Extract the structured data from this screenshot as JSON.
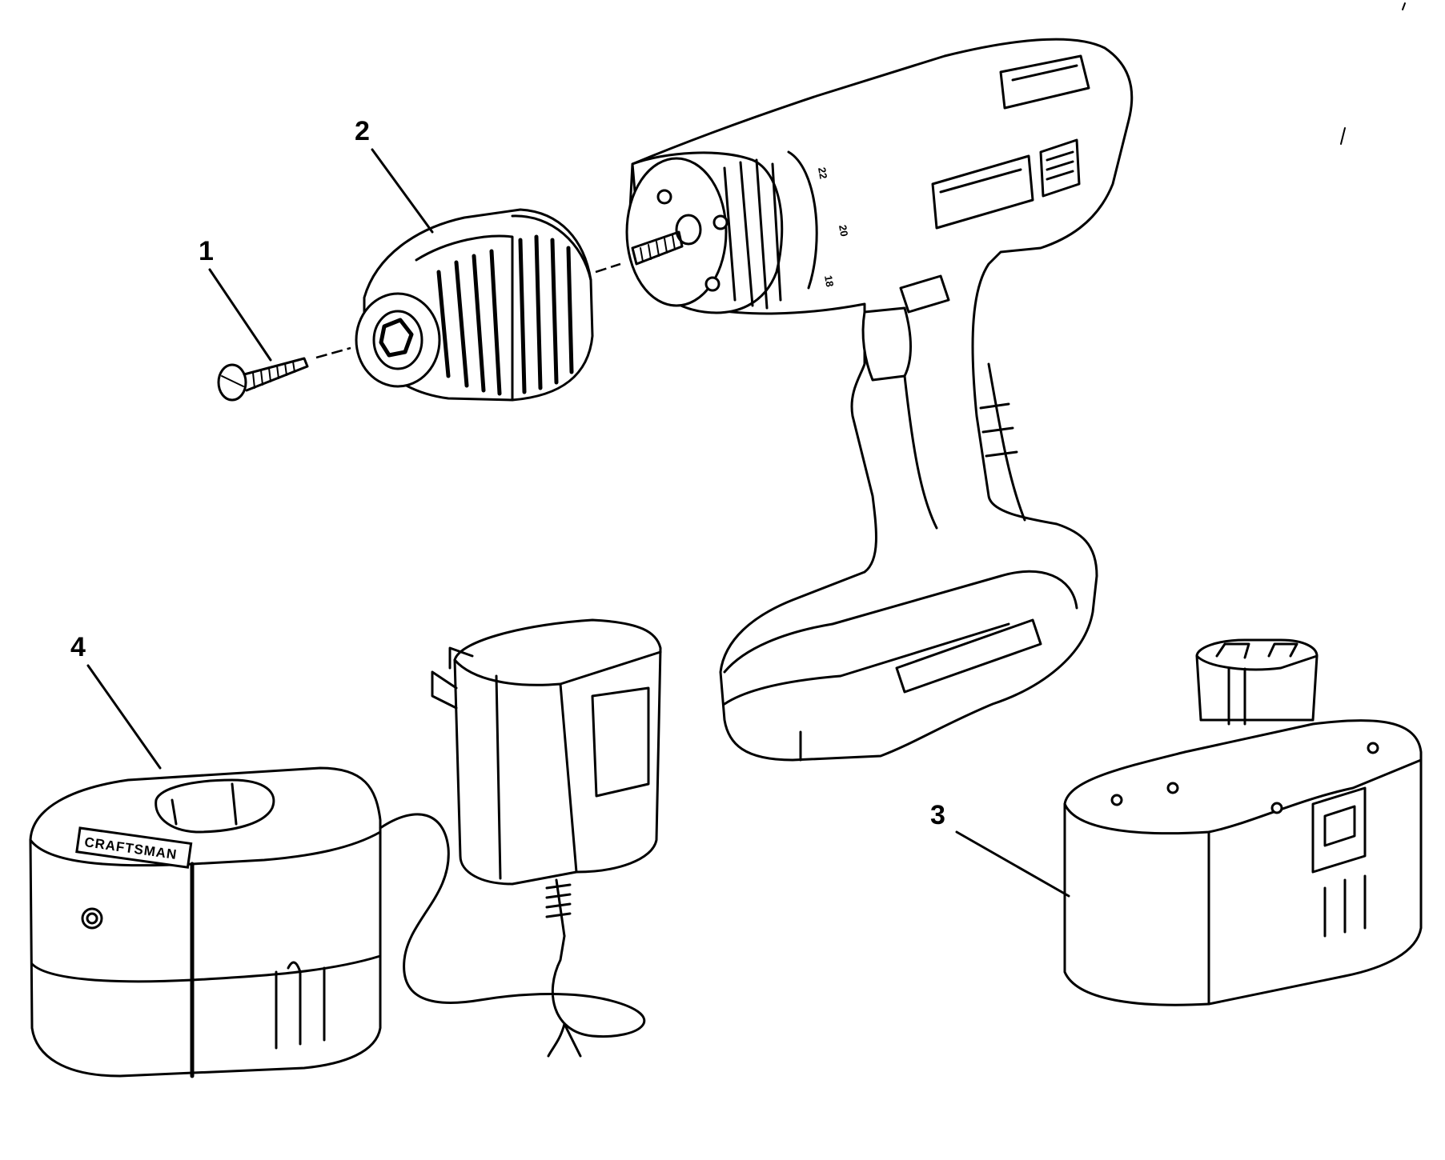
{
  "callouts": [
    {
      "number": "1",
      "part": "screw"
    },
    {
      "number": "2",
      "part": "chuck"
    },
    {
      "number": "3",
      "part": "battery-pack"
    },
    {
      "number": "4",
      "part": "charger"
    }
  ],
  "charger_brand": "CRAFTSMAN",
  "clutch_dial_numbers": [
    "22",
    "20",
    "18"
  ]
}
